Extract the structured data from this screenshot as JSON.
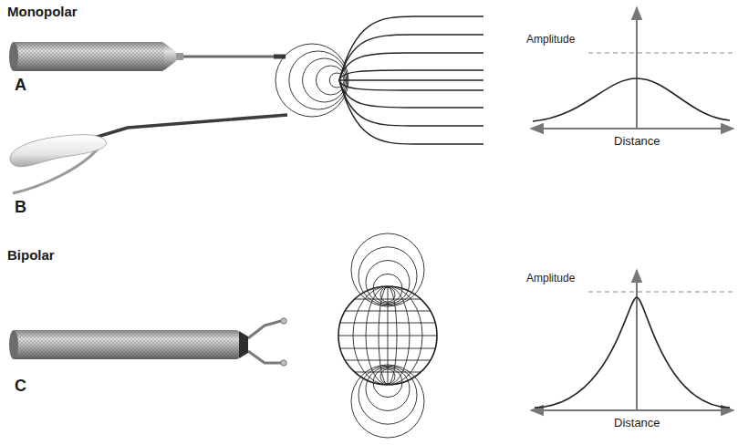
{
  "diagram": {
    "labels": [
      "Monopolar",
      "A",
      "Amplitude",
      "Distance",
      "B",
      "Bipolar",
      "C",
      "Amplitude",
      "Distance"
    ]
  }
}
